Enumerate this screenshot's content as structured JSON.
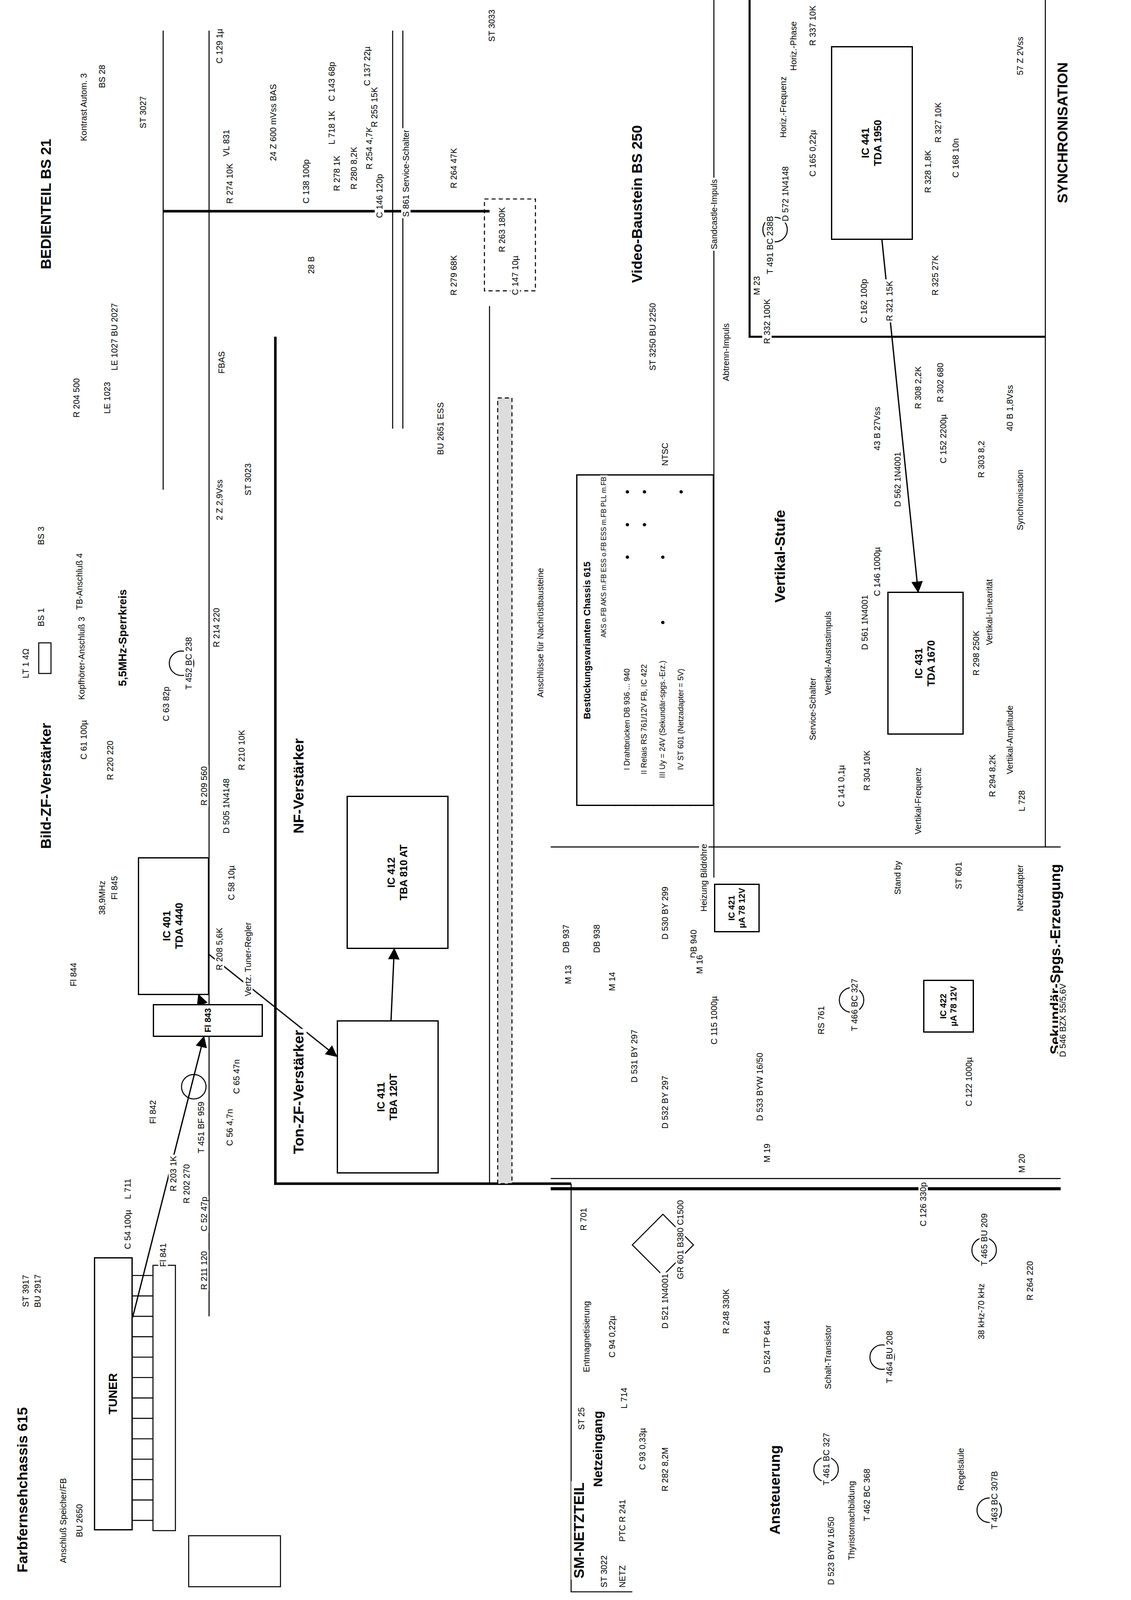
{
  "diagram": {
    "nodes": [
      {
        "text": [
          "TUNER"
        ]
      },
      {
        "text": [
          "IC 401",
          "TDA 4440"
        ]
      },
      {
        "text": [
          "IC 411",
          "TBA 120T"
        ]
      },
      {
        "text": [
          "IC 412",
          "TBA 810 AT"
        ]
      },
      {
        "text": [
          "IC 421",
          "µA 78 12V"
        ]
      },
      {
        "text": [
          "IC 422",
          "µA 78 12V"
        ]
      },
      {
        "text": [
          "IC 431",
          "TDA 1670"
        ]
      },
      {
        "text": [
          "IC 441",
          "TDA 1950"
        ]
      },
      {
        "text": [
          "Bestückungsvarianten Chassis 615"
        ]
      },
      {
        "text": [
          "Fl 843"
        ]
      }
    ],
    "edges": [
      {
        "from": 0,
        "to": 9,
        "arrow": "to"
      },
      {
        "from": 9,
        "to": 1,
        "arrow": "to"
      },
      {
        "from": 1,
        "to": 2,
        "arrow": "to"
      },
      {
        "from": 2,
        "to": 3,
        "arrow": "to"
      },
      {
        "from": 7,
        "to": 6,
        "arrow": "to"
      }
    ],
    "labels": [
      "Farbfernsehchassis 615",
      "Bild-ZF-Verstärker",
      "BEDIENTEIL BS 21",
      "Ton-ZF-Verstärker",
      "NF-Verstärker",
      "Video-Baustein BS 250",
      "Vertikal-Stufe",
      "SYNCHRONISATION",
      "Sekundär-Spgs.-Erzeugung",
      "SM-NETZTEIL",
      "Netzeingang",
      "Ansteuerung",
      "5,5MHz-Sperrkreis",
      "ST 3917",
      "BU 2917",
      "Anschluß Speicher/FB",
      "BU 2650",
      "T 451 BF 959",
      "Fl 841",
      "Fl 842",
      "Fl 844",
      "38,9MHz",
      "Fl 845",
      "R 211 120",
      "C 52 47p",
      "L 711",
      "C 54 100µ",
      "R 203 1K",
      "R 202 270",
      "C 56 4,7n",
      "C 65 47n",
      "R 208 5,6K",
      "Vertz. Tuner-Regler",
      "C 58 10µ",
      "D 505 1N4148",
      "R 209 560",
      "R 220 220",
      "C 61 100µ",
      "LT 1 4Ω",
      "T 452 BC 238",
      "R 214 220",
      "C 63 82p",
      "R 210 10K",
      "BS 3",
      "TB-Anschluß 4",
      "BS 1",
      "Kopfhörer-Anschluß 3",
      "FBAS",
      "LE 1023",
      "R 204 500",
      "BS 28",
      "Kontrast Autom. 3",
      "ST 3027",
      "LE 1027 BU 2027",
      "ST 3023",
      "2 Z 2,9Vss",
      "C 129 1µ",
      "VL 831",
      "R 274 10K",
      "C 143 68p",
      "L 718 1K",
      "C 138 100p",
      "R 278 1K",
      "R 280 8,2K",
      "R 254 4,7K",
      "C 146 120p",
      "R 255 15K",
      "C 137 22µ",
      "S 861 Service-Schalter",
      "R 264 47K",
      "R 263 180K",
      "C 147 10µ",
      "R 279 68K",
      "ST 3033",
      "ST 3250 BU 2250",
      "Sandcastle-Impuls",
      "Abtrenn-Impuls",
      "NTSC",
      "BU 2651 ESS",
      "Anschlüsse für Nachrüstbausteine",
      "24 Z 600 mVss BAS",
      "28 B",
      "AKS o.FB",
      "AKS m.FB",
      "ESS o.FB",
      "ESS m.FB",
      "PLL m.FB",
      "I Drahtbrücken DB 936 ... 940",
      "II Relais RS 761/12V FB, IC 422",
      "III Uy = 24V (Sekundär-spgs.-Erz.)",
      "IV ST 601 (Netzadapter = 5V)",
      "●",
      "●",
      "●",
      "●",
      "●",
      "●",
      "●",
      "●",
      "Horiz.-Frequenz",
      "Horiz.-Phase",
      "R 337 10K",
      "C 165 0,22µ",
      "D 572 1N4148",
      "T 491 BC 238B",
      "M 23",
      "R 332 100K",
      "C 162 100p",
      "R 321 15K",
      "R 325 27K",
      "R 327 10K",
      "R 328 1,8K",
      "C 168 10n",
      "57 Z 2Vss",
      "C 152 2200µ",
      "R 302 680",
      "R 308 2,2K",
      "R 303 8,2",
      "D 562 1N4001",
      "C 146 1000µ",
      "D 561 1N4001",
      "Vertikal-Linearität",
      "R 298 250K",
      "Vertikal-Amplitude",
      "R 294 8,2K",
      "L 728",
      "R 304 10K",
      "Vertikal-Frequenz",
      "C 141 0,1µ",
      "Vertikal-Austastimpuls",
      "Service-Schalter",
      "43 B 27Vss",
      "40 B 1,8Vss",
      "Synchronisation",
      "ST 601",
      "D 530 BY 299",
      "DB 937",
      "DB 938",
      "DB 940",
      "Heizung Bildröhre",
      "Stand by",
      "M 13",
      "M 14",
      "M 16",
      "D 531 BY 297",
      "D 532 BY 297",
      "C 115 1000µ",
      "D 533 BYW 16/50",
      "T 466 BC 327",
      "RS 761",
      "C 122 1000µ",
      "D 546 BZX 55/5,6V",
      "M 19",
      "M 20",
      "Netzadapter",
      "GR 601 B380 C1500",
      "R 701",
      "D 521 1N4001",
      "R 248 330K",
      "C 94 0,22µ",
      "L 714",
      "C 93 0,33µ",
      "R 282 8,2M",
      "PTC R 241",
      "Entmagnetisierung",
      "ST 25",
      "ST 3022",
      "NETZ",
      "T 465 BU 209",
      "T 464 BU 208",
      "Schalt-Transistor",
      "T 461 BC 327",
      "T 462 BC 368",
      "T 463 BC 307B",
      "38 kHz-70 kHz",
      "Regelsäule",
      "Thyristornachbildung",
      "D 523 BYW 16/50",
      "R 264 220",
      "C 126 330p",
      "D 524 TP 644"
    ]
  }
}
